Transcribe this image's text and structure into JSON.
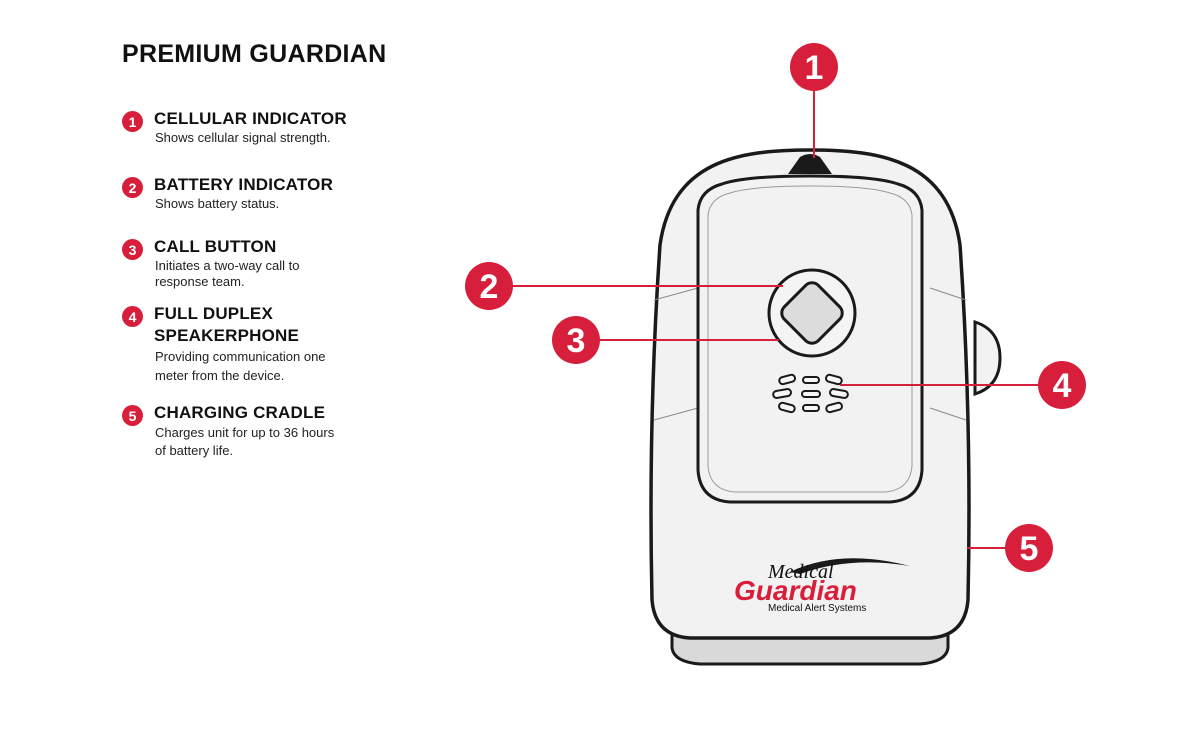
{
  "title": "PREMIUM GUARDIAN",
  "features": [
    {
      "num": "1",
      "title": "CELLULAR INDICATOR",
      "desc": "Shows cellular signal strength."
    },
    {
      "num": "2",
      "title": "BATTERY INDICATOR",
      "desc": "Shows battery status."
    },
    {
      "num": "3",
      "title": "CALL BUTTON",
      "desc": "Initiates a two-way call to\nresponse team."
    },
    {
      "num": "4",
      "title": "FULL DUPLEX\nSPEAKERPHONE",
      "desc": "Providing communication one\nmeter from the device."
    },
    {
      "num": "5",
      "title": "CHARGING CRADLE",
      "desc": "Charges unit for up to 36 hours\nof battery life."
    }
  ],
  "callouts": [
    "1",
    "2",
    "3",
    "4",
    "5"
  ],
  "logo": {
    "line1": "Medical",
    "line2": "Guardian",
    "tagline": "Medical Alert Systems"
  },
  "colors": {
    "accent": "#d71f3b",
    "outline": "#1a1a1a",
    "device_fill": "#f2f2f2"
  }
}
